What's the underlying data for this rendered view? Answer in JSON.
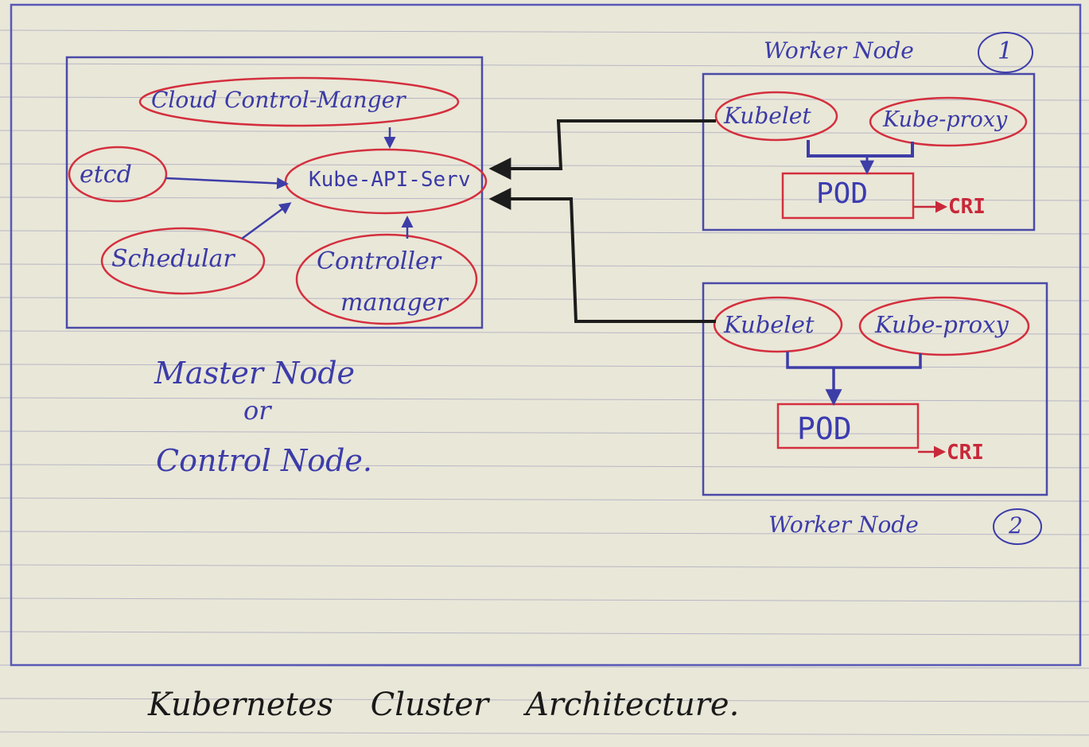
{
  "master": {
    "components": {
      "cloud_controller": "Cloud Control-Manger",
      "etcd": "etcd",
      "api_server": "Kube-API-Serv",
      "scheduler": "Schedular",
      "controller_line1": "Controller",
      "controller_line2": "manager"
    },
    "title_line1": "Master Node",
    "title_line2": "or",
    "title_line3": "Control Node."
  },
  "worker1": {
    "title": "Worker Node",
    "number": "1",
    "kubelet": "Kubelet",
    "kube_proxy": "Kube-proxy",
    "pod": "POD",
    "cri": "CRI"
  },
  "worker2": {
    "title": "Worker Node",
    "number": "2",
    "kubelet": "Kubelet",
    "kube_proxy": "Kube-proxy",
    "pod": "POD",
    "cri": "CRI"
  },
  "footer_title": "Kubernetes Cluster Architecture.",
  "colors": {
    "paper": "#e9e7d8",
    "ruling": "#8f8fb4",
    "box_ink": "#4a4aa8",
    "oval_ink": "#d42f3e",
    "connector_ink": "#1c1c1c",
    "text_ink": "#3a3aa6"
  }
}
